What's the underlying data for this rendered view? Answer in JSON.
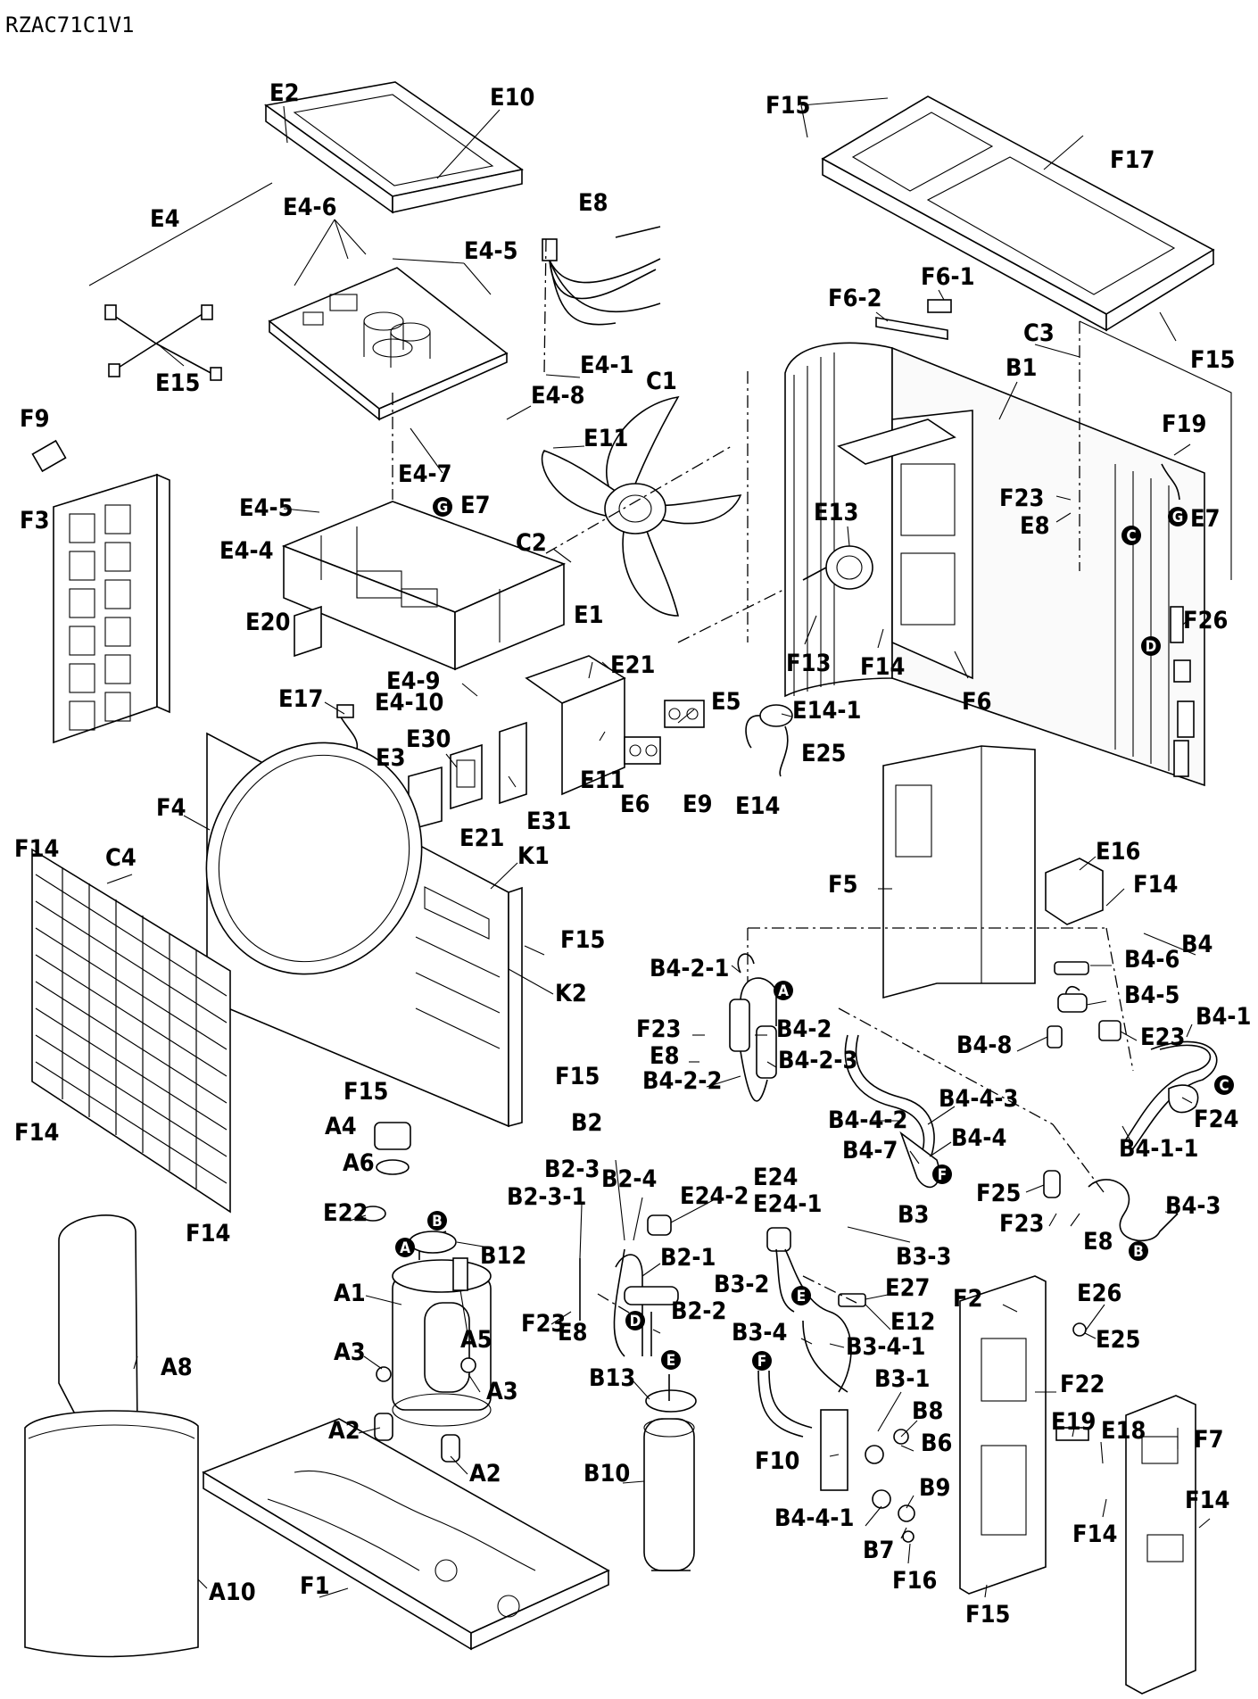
{
  "model": "RZAC71C1V1",
  "labels": {
    "e2": "E2",
    "e10": "E10",
    "e4": "E4",
    "e4_6": "E4-6",
    "e4_5a": "E4-5",
    "e8a": "E8",
    "e15": "E15",
    "e4_1": "E4-1",
    "c1": "C1",
    "e4_8": "E4-8",
    "e11a": "E11",
    "f9": "F9",
    "e4_7": "E4-7",
    "e7a": "E7",
    "e4_5b": "E4-5",
    "f3": "F3",
    "e4_4": "E4-4",
    "c2": "C2",
    "e20": "E20",
    "e1": "E1",
    "e21a": "E21",
    "e4_9": "E4-9",
    "e4_10": "E4-10",
    "e17": "E17",
    "e5": "E5",
    "e14_1": "E14-1",
    "e30": "E30",
    "e3": "E3",
    "e11b": "E11",
    "e6": "E6",
    "e9": "E9",
    "e25a": "E25",
    "e14": "E14",
    "f4": "F4",
    "e21b": "E21",
    "e31": "E31",
    "k1": "K1",
    "f14a": "F14",
    "c4": "C4",
    "f15a": "F15",
    "k2": "K2",
    "f15b": "F15",
    "f15c": "F15",
    "f14b": "F14",
    "a4": "A4",
    "a6": "A6",
    "f14c": "F14",
    "f15_top": "F15",
    "f17": "F17",
    "f6_1": "F6-1",
    "f6_2": "F6-2",
    "c3": "C3",
    "f15d": "F15",
    "b1": "B1",
    "f19": "F19",
    "f23a": "F23",
    "e8b": "E8",
    "e7b": "E7",
    "e13": "E13",
    "f26": "F26",
    "f13": "F13",
    "f14d": "F14",
    "f6": "F6",
    "e16": "E16",
    "f14e": "F14",
    "f5": "F5",
    "b4": "B4",
    "b4_2_1": "B4-2-1",
    "b4_6": "B4-6",
    "b4_5": "B4-5",
    "f23b": "F23",
    "b4_2": "B4-2",
    "b4_8": "B4-8",
    "e23": "E23",
    "b4_1": "B4-1",
    "e8c": "E8",
    "b4_2_3": "B4-2-3",
    "b4_2_2": "B4-2-2",
    "b4_4_3": "B4-4-3",
    "f24": "F24",
    "b4_4_2": "B4-4-2",
    "b4_1_1": "B4-1-1",
    "b4_4": "B4-4",
    "b4_7": "B4-7",
    "b2": "B2",
    "b2_3": "B2-3",
    "b2_4": "B2-4",
    "b2_3_1": "B2-3-1",
    "e24_2": "E24-2",
    "e22": "E22",
    "b12": "B12",
    "e24": "E24",
    "e24_1": "E24-1",
    "f25": "F25",
    "f23c": "F23",
    "b4_3": "B4-3",
    "e8d": "E8",
    "b3": "B3",
    "b2_1": "B2-1",
    "b3_2": "B3-2",
    "b3_3": "B3-3",
    "a1": "A1",
    "e27": "E27",
    "a5": "A5",
    "f23d": "F23",
    "e8e": "E8",
    "b2_2": "B2-2",
    "e12": "E12",
    "f2": "F2",
    "e26": "E26",
    "e25b": "E25",
    "a3a": "A3",
    "b3_4": "B3-4",
    "b3_4_1": "B3-4-1",
    "a3b": "A3",
    "b13": "B13",
    "b3_1": "B3-1",
    "f22": "F22",
    "b8": "B8",
    "a8": "A8",
    "a2a": "A2",
    "e19": "E19",
    "e18": "E18",
    "b6": "B6",
    "f7": "F7",
    "f10": "F10",
    "a2b": "A2",
    "b10": "B10",
    "b9": "B9",
    "b4_4_1": "B4-4-1",
    "f14f": "F14",
    "f14g": "F14",
    "b7": "B7",
    "f16": "F16",
    "f1": "F1",
    "a10": "A10",
    "f15e": "F15"
  },
  "markers": {
    "g1": "G",
    "g2": "G",
    "c1": "C",
    "d1": "D",
    "a1": "A",
    "c2": "C",
    "f1": "F",
    "b1": "B",
    "b2": "B",
    "a2": "A",
    "d2": "D",
    "e1": "E",
    "f2": "F",
    "e2": "E"
  }
}
